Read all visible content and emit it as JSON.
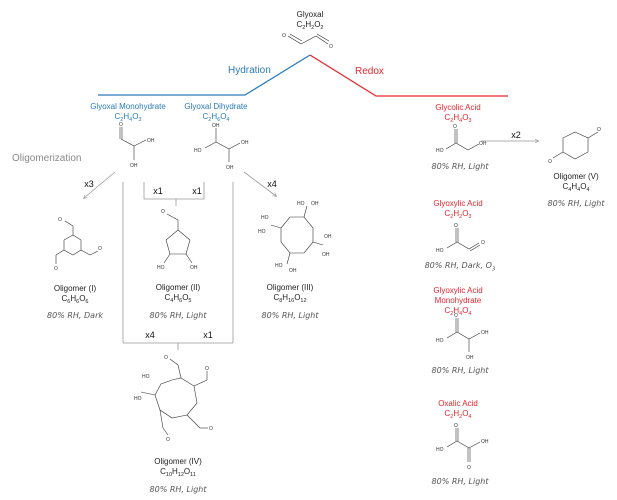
{
  "root": {
    "name": "Glyoxal",
    "formula": [
      "C",
      "2",
      "H",
      "2",
      "O",
      "2"
    ]
  },
  "branches": {
    "hydration": {
      "label": "Hydration",
      "color": "#2b7bbd"
    },
    "redox": {
      "label": "Redox",
      "color": "#e8262e"
    },
    "oligomerization": {
      "label": "Oligomerization",
      "color": "#8a8a8a"
    }
  },
  "hydrates": [
    {
      "name": "Glyoxal Monohydrate",
      "formula": [
        "C",
        "2",
        "H",
        "4",
        "O",
        "3"
      ]
    },
    {
      "name": "Glyoxal Dihydrate",
      "formula": [
        "C",
        "2",
        "H",
        "6",
        "O",
        "4"
      ]
    }
  ],
  "multipliers": {
    "oligomer1": "x3",
    "oligomer2_left": "x1",
    "oligomer2_right": "x1",
    "oligomer3": "x4",
    "oligomer4_left": "x4",
    "oligomer4_right": "x1",
    "oligomer5": "x2"
  },
  "oligomers": [
    {
      "name": "Oligomer (I)",
      "formula": [
        "C",
        "6",
        "H",
        "6",
        "O",
        "6"
      ],
      "conditions": "80% RH, Dark"
    },
    {
      "name": "Oligomer (II)",
      "formula": [
        "C",
        "4",
        "H",
        "6",
        "O",
        "5"
      ],
      "conditions": "80% RH, Light"
    },
    {
      "name": "Oligomer (III)",
      "formula": [
        "C",
        "8",
        "H",
        "16",
        "O",
        "12"
      ],
      "conditions": "80% RH, Light"
    },
    {
      "name": "Oligomer (IV)",
      "formula": [
        "C",
        "10",
        "H",
        "12",
        "O",
        "11"
      ],
      "conditions": "80% RH, Light"
    },
    {
      "name": "Oligomer (V)",
      "formula": [
        "C",
        "4",
        "H",
        "4",
        "O",
        "4"
      ],
      "conditions": "80% RH, Light"
    }
  ],
  "redox_products": [
    {
      "name": "Glycolic Acid",
      "formula": [
        "C",
        "2",
        "H",
        "4",
        "O",
        "3"
      ],
      "conditions": "80% RH, Light"
    },
    {
      "name": "Glyoxylic Acid",
      "formula": [
        "C",
        "2",
        "H",
        "2",
        "O",
        "3"
      ],
      "conditions": "80% RH, Dark, O",
      "conditions_sub": "3"
    },
    {
      "name": "Glyoxylic Acid\nMonohydrate",
      "name_line1": "Glyoxylic Acid",
      "name_line2": "Monohydrate",
      "formula": [
        "C",
        "2",
        "H",
        "4",
        "O",
        "4"
      ],
      "conditions": "80% RH, Light"
    },
    {
      "name": "Oxalic Acid",
      "formula": [
        "C",
        "2",
        "H",
        "2",
        "O",
        "4"
      ],
      "conditions": "80% RH, Light"
    }
  ],
  "atom_labels": {
    "O": "O",
    "OH": "OH",
    "HO": "HO"
  }
}
